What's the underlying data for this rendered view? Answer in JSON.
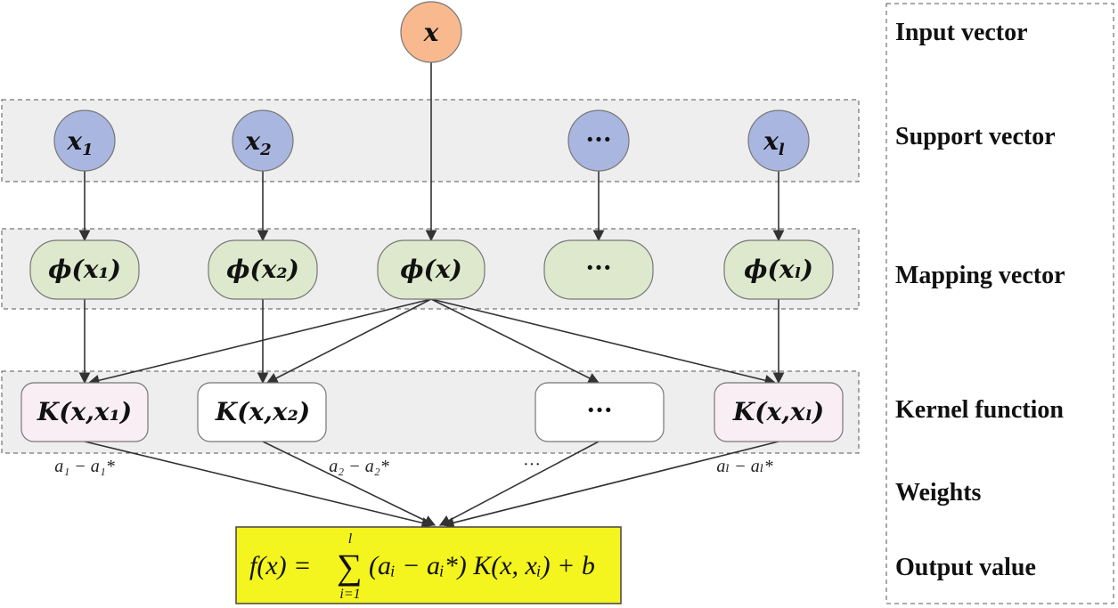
{
  "input_node": {
    "label": "x",
    "color": "#f8b98f"
  },
  "support_nodes": [
    {
      "label": "x",
      "sub": "1"
    },
    {
      "label": "x",
      "sub": "2"
    },
    {
      "label": "···",
      "sub": ""
    },
    {
      "label": "x",
      "sub": "l"
    }
  ],
  "mapping_nodes": [
    {
      "label": "ϕ(x₁)"
    },
    {
      "label": "ϕ(x₂)"
    },
    {
      "label": "ϕ(x)"
    },
    {
      "label": "···"
    },
    {
      "label": "ϕ(xₗ)"
    }
  ],
  "kernel_nodes": [
    {
      "label": "K(x,x₁)"
    },
    {
      "label": "K(x,x₂)"
    },
    {
      "label": "···"
    },
    {
      "label": "K(x,xₗ)"
    }
  ],
  "weights": [
    {
      "label": "a₁ − a₁*"
    },
    {
      "label": "a₂ − a₂*"
    },
    {
      "label": "···"
    },
    {
      "label": "aₗ − aₗ*"
    }
  ],
  "output": {
    "formula_left": "f(x) =",
    "sum_top": "l",
    "sum_bottom": "i=1",
    "formula_right": "(aᵢ − aᵢ*) K(x, xᵢ) + b",
    "color": "#f4f41e"
  },
  "layer_labels": {
    "input": "Input vector",
    "support": "Support vector",
    "mapping": "Mapping vector",
    "kernel": "Kernel function",
    "weights": "Weights",
    "output": "Output value"
  },
  "colors": {
    "support_fill": "#a9b6e0",
    "mapping_fill": "#dde8cc",
    "kernel_fill": "#f8eef4",
    "band_fill": "#eeeeee"
  }
}
